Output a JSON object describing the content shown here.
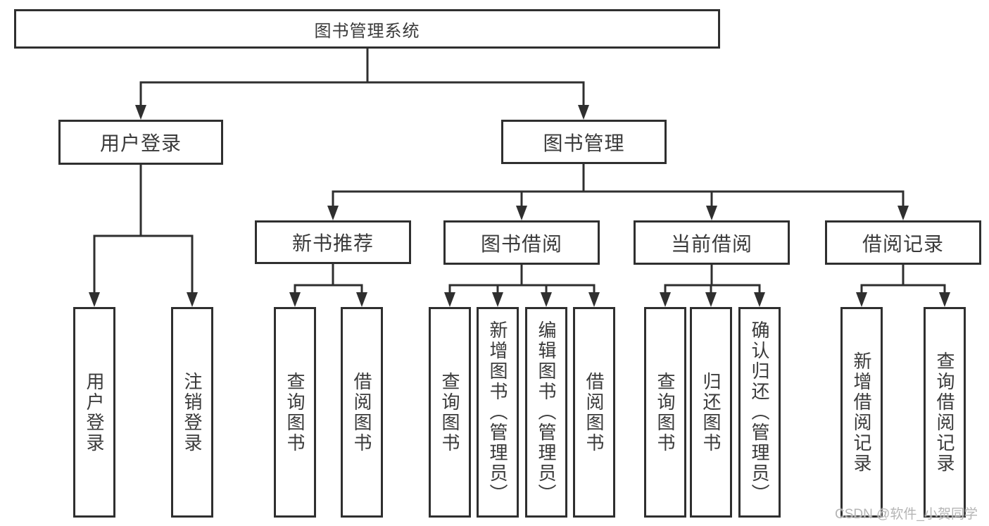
{
  "tree": {
    "root": {
      "label": "图书管理系统"
    },
    "user_branch": {
      "label": "用户登录",
      "children": [
        "用户登录",
        "注销登录"
      ]
    },
    "book_branch": {
      "label": "图书管理",
      "groups": [
        {
          "label": "新书推荐",
          "children": [
            "查询图书",
            "借阅图书"
          ]
        },
        {
          "label": "图书借阅",
          "children": [
            "查询图书",
            "新增图书（管理员）",
            "编辑图书（管理员）",
            "借阅图书"
          ]
        },
        {
          "label": "当前借阅",
          "children": [
            "查询图书",
            "归还图书",
            "确认归还（管理员）"
          ]
        },
        {
          "label": "借阅记录",
          "children": [
            "新增借阅记录",
            "查询借阅记录"
          ]
        }
      ]
    }
  },
  "watermark": "CSDN @软件_小贺同学",
  "colors": {
    "line": "#2f2f2f",
    "text": "#3a3a3a",
    "background": "#ffffff",
    "watermark_text": "#b5b5b5"
  }
}
